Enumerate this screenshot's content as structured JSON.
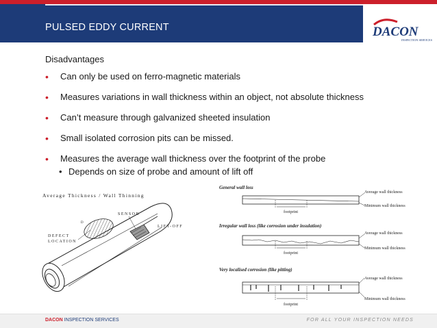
{
  "header": {
    "title": "PULSED EDDY CURRENT",
    "logo_text": "DACON",
    "logo_subtext": "INSPECTION SERVICES"
  },
  "content": {
    "subtitle": "Disadvantages",
    "bullets": [
      "Can only be used on ferro-magnetic materials",
      "Measures variations in wall thickness within an object, not absolute thickness",
      "Can’t measure through galvanized sheeted insulation",
      "Small isolated corrosion pits can be missed.",
      "Measures the average wall thickness over the footprint of the probe"
    ],
    "sub_bullet": "Depends on size of probe and amount of lift off"
  },
  "figure_left": {
    "title": "Average Thickness / Wall Thinning",
    "label_sensor": "SENSOR",
    "label_liftoff": "LIFT-OFF",
    "label_d": "D",
    "label_defect": "DEFECT",
    "label_location": "LOCATION"
  },
  "figure_right": {
    "panels": [
      {
        "title": "General wall loss",
        "label_avg": "Average wall thickness",
        "label_min": "Minimum wall thickness",
        "label_footprint": "footprint"
      },
      {
        "title": "Irregular wall loss (like corrosion under insulation)",
        "label_avg": "Average wall thickness",
        "label_min": "Minimum wall thickness",
        "label_footprint": "footprint"
      },
      {
        "title": "Very localised corrosion (like pitting)",
        "label_avg": "Average wall thickness",
        "label_min": "Minimum wall thickness",
        "label_footprint": "footprint"
      }
    ]
  },
  "footer": {
    "brand": "DACON",
    "brand_rest": "INSPECTION SERVICES",
    "tagline": "FOR ALL YOUR INSPECTION NEEDS"
  },
  "colors": {
    "header_bg": "#1d3b78",
    "accent_red": "#cc1f2b"
  }
}
